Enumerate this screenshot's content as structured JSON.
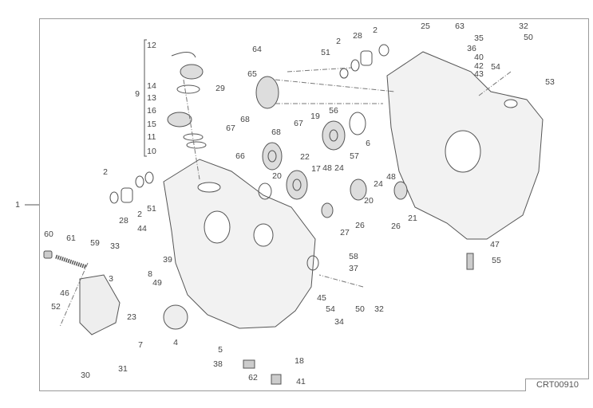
{
  "drawing_code": "CRT00910",
  "callouts": [
    "1",
    "9",
    "12",
    "14",
    "13",
    "16",
    "15",
    "11",
    "10",
    "29",
    "64",
    "65",
    "68",
    "67",
    "68",
    "67",
    "66",
    "20",
    "22",
    "17",
    "48",
    "24",
    "2",
    "28",
    "2",
    "51",
    "60",
    "61",
    "59",
    "33",
    "44",
    "39",
    "8",
    "49",
    "3",
    "46",
    "52",
    "23",
    "4",
    "7",
    "30",
    "31",
    "5",
    "38",
    "62",
    "41",
    "18",
    "58",
    "37",
    "45",
    "54",
    "50",
    "32",
    "34",
    "27",
    "26",
    "26",
    "21",
    "47",
    "55",
    "51",
    "2",
    "28",
    "2",
    "19",
    "56",
    "6",
    "57",
    "20",
    "24",
    "48",
    "25",
    "63",
    "35",
    "36",
    "40",
    "42",
    "43",
    "32",
    "50",
    "54",
    "53"
  ]
}
